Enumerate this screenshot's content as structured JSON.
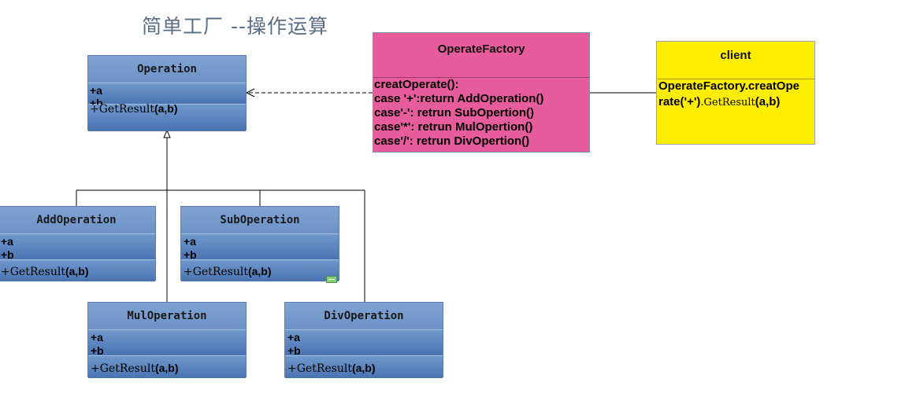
{
  "title": "简单工厂  --操作运算",
  "colors": {
    "class_fill": "#5a82bd",
    "factory_fill": "#e65c9c",
    "client_fill": "#ffee00",
    "line": "#000000"
  },
  "classes": {
    "operation": {
      "name": "Operation",
      "attr_a": "+a",
      "attr_b": "+b",
      "op_prefix": "+GetResult",
      "op_args": "(a,b)"
    },
    "add": {
      "name": "AddOperation",
      "attr_a": "+a",
      "attr_b": "+b",
      "op_prefix": "+GetResult",
      "op_args": "(a,b)"
    },
    "sub": {
      "name": "SubOperation",
      "attr_a": "+a",
      "attr_b": "+b",
      "op_prefix": "+GetResult",
      "op_args": "(a,b)"
    },
    "mul": {
      "name": "MulOperation",
      "attr_a": "+a",
      "attr_b": "+b",
      "op_prefix": "+GetResult",
      "op_args": "(a,b)"
    },
    "div": {
      "name": "DivOperation",
      "attr_a": "+a",
      "attr_b": "+b",
      "op_prefix": "+GetResult",
      "op_args": "(a,b)"
    }
  },
  "factory": {
    "name": "OperateFactory",
    "lines": [
      "creatOperate():",
      "case '+':return AddOperation()",
      "case'-': retrun SubOpertion()",
      "case'*': retrun MulOpertion()",
      "case'/': retrun DivOpertion()"
    ]
  },
  "client": {
    "name": "client",
    "line1": "OperateFactory.creatOpe",
    "line2_a": "rate('+')",
    "line2_b": ".GetResult",
    "line2_c": "(a,b)"
  }
}
